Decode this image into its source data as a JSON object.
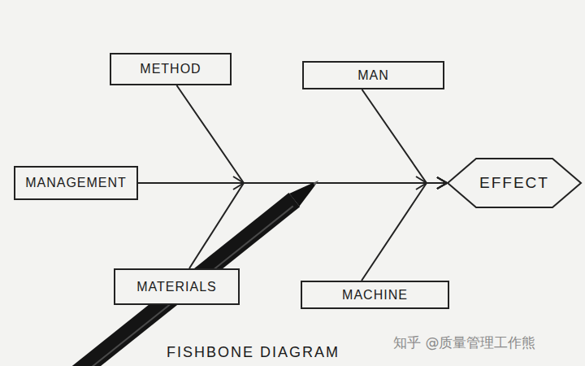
{
  "diagram": {
    "caption": "FISHBONE DIAGRAM",
    "nodes": [
      {
        "text": [
          "METHOD"
        ]
      },
      {
        "text": [
          "MAN"
        ]
      },
      {
        "text": [
          "MANAGEMENT"
        ]
      },
      {
        "text": [
          "EFFECT"
        ]
      },
      {
        "text": [
          "MATERIALS"
        ]
      },
      {
        "text": [
          "MACHINE"
        ]
      }
    ],
    "edges": [
      {
        "from": 0,
        "to": 3,
        "arrow": "to"
      },
      {
        "from": 1,
        "to": 3,
        "arrow": "to"
      },
      {
        "from": 2,
        "to": 3,
        "arrow": "to"
      },
      {
        "from": 4,
        "to": 3,
        "arrow": "to"
      },
      {
        "from": 5,
        "to": 3,
        "arrow": "to"
      }
    ],
    "labels": [
      "知乎 @质量管理工作熊"
    ]
  }
}
